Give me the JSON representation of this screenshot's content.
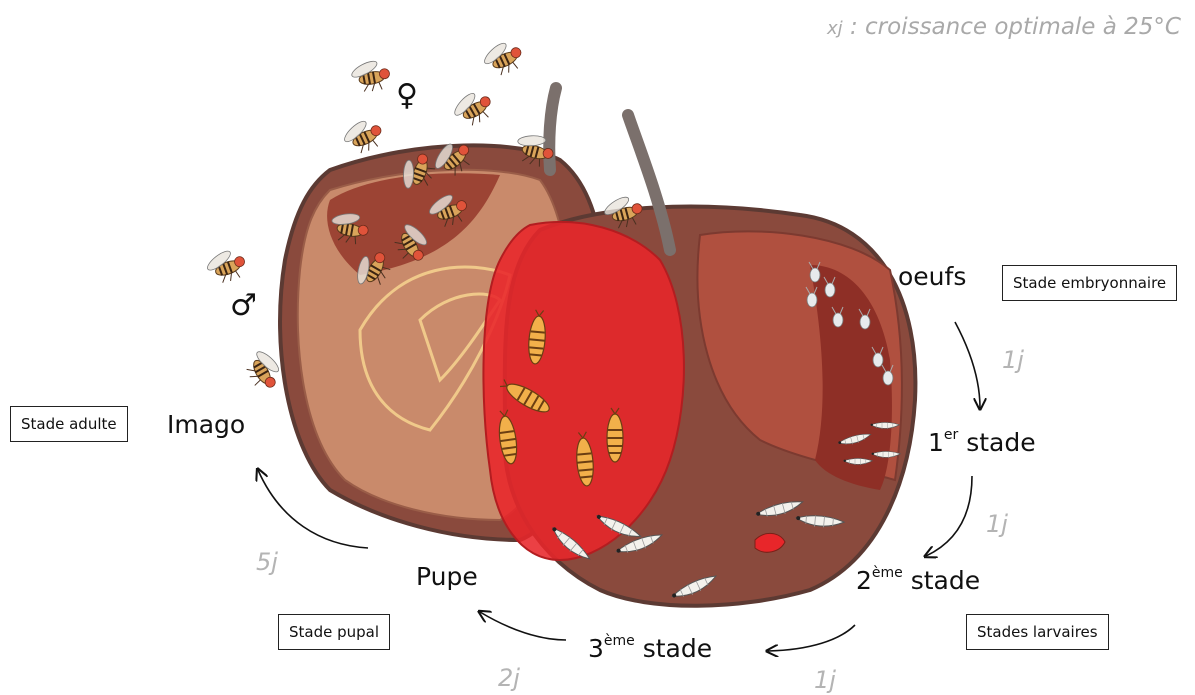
{
  "legend": {
    "symbol": "xj",
    "text": " : croissance optimale à 25°C"
  },
  "stages": {
    "oeufs": "oeufs",
    "l1": {
      "num": "1",
      "sup": "er",
      "word": "stade"
    },
    "l2": {
      "num": "2",
      "sup": "ème",
      "word": "stade"
    },
    "l3": {
      "num": "3",
      "sup": "ème",
      "word": "stade"
    },
    "pupe": "Pupe",
    "imago": "Imago"
  },
  "boxes": {
    "embryo": "Stade embryonnaire",
    "larval": "Stades larvaires",
    "pupal": "Stade pupal",
    "adult": "Stade adulte"
  },
  "durations": {
    "egg_to_l1": "1j",
    "l1_to_l2": "1j",
    "l2_to_l3": "1j",
    "l3_to_pupa": "2j",
    "pupa_to_imago": "5j"
  },
  "symbols": {
    "female": "♀",
    "male": "♂"
  },
  "colors": {
    "fruit_dark": "#7a3b2e",
    "fruit_mid": "#b5523e",
    "cut_red": "#e8262a",
    "flesh": "#c98a6b",
    "stem": "#7b706c",
    "duration_gray": "#b4b4b4"
  }
}
